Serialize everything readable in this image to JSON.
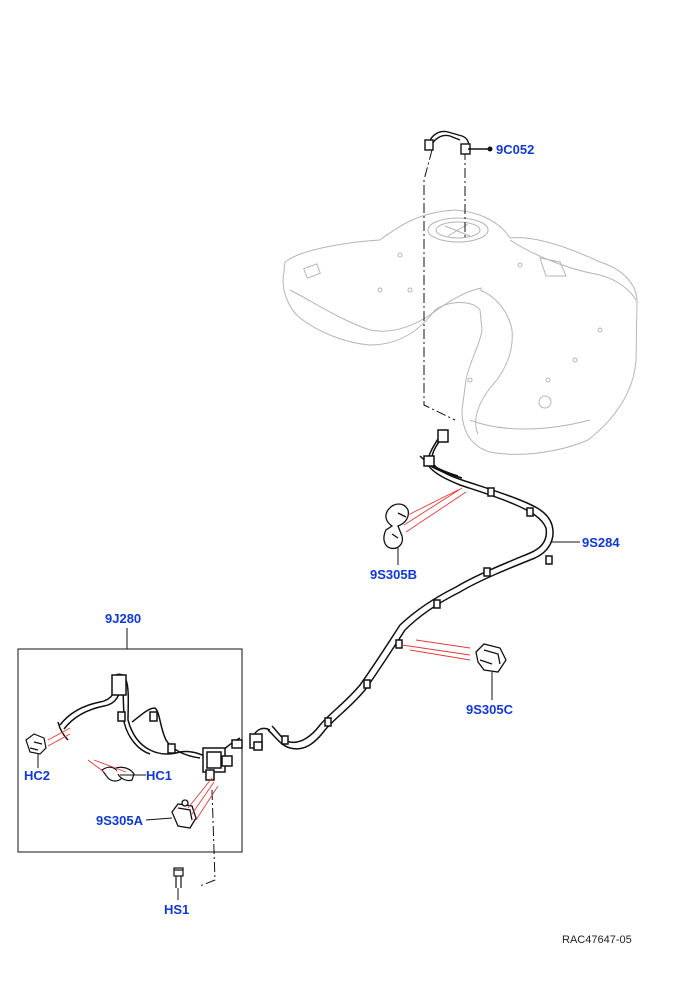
{
  "callouts": {
    "c_9C052": "9C052",
    "c_9S284": "9S284",
    "c_9S305B": "9S305B",
    "c_9S305C": "9S305C",
    "c_9J280": "9J280",
    "c_HC2": "HC2",
    "c_HC1": "HC1",
    "c_9S305A": "9S305A",
    "c_HS1": "HS1"
  },
  "reference_code": "RAC47647-05",
  "colors": {
    "callout": "#1238d4",
    "leader_red": "#e23a3a",
    "line": "#111111",
    "tank_outline": "#b5b5b5"
  }
}
